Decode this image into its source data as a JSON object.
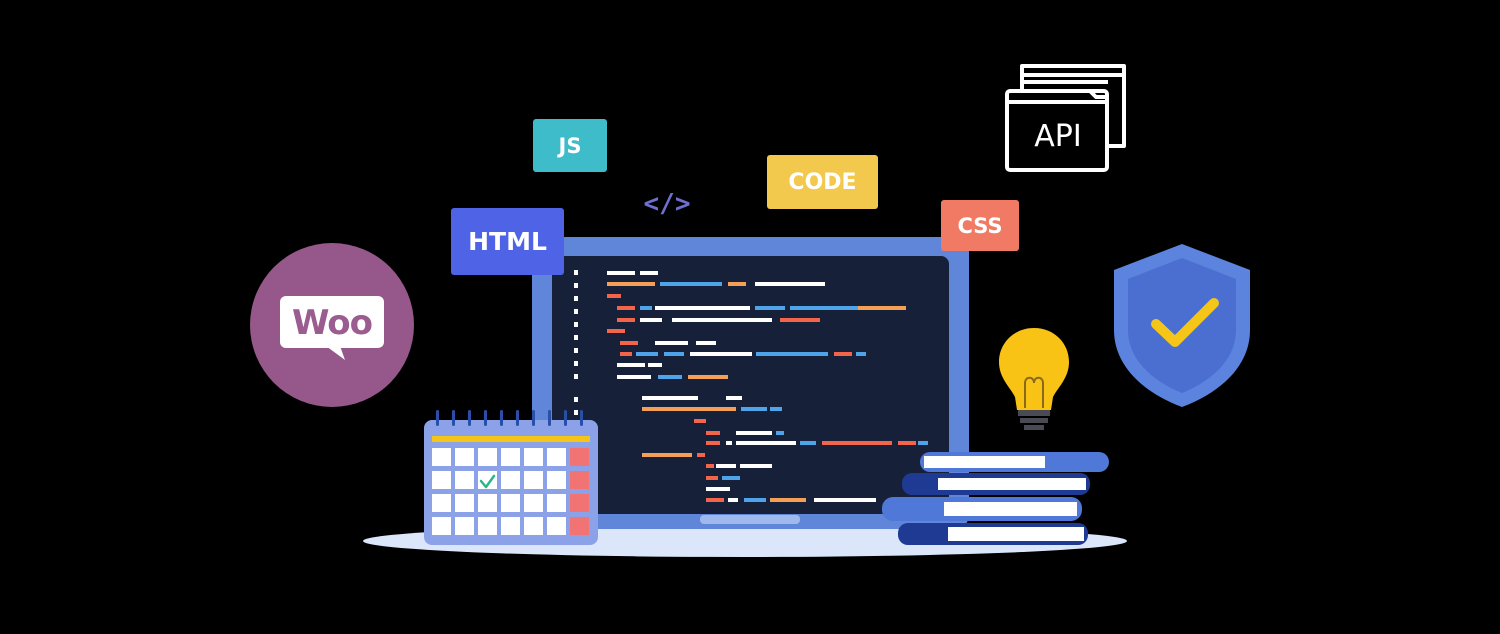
{
  "labels": {
    "js": "JS",
    "html": "HTML",
    "code": "CODE",
    "css": "CSS",
    "code_glyph": "</>",
    "woo": "Woo",
    "api": "API"
  },
  "colors": {
    "background": "#000000",
    "laptop_frame": "#5f86d8",
    "screen": "#172039",
    "woo_purple": "#96588a",
    "shield_blue": "#4f78d1",
    "check_yellow": "#f5c518",
    "bulb_yellow": "#f9c316",
    "calendar_red": "#f27373"
  },
  "icons": [
    "woocommerce-logo-icon",
    "api-windows-icon",
    "shield-check-icon",
    "lightbulb-icon",
    "calendar-icon",
    "books-stack-icon",
    "laptop-icon"
  ]
}
